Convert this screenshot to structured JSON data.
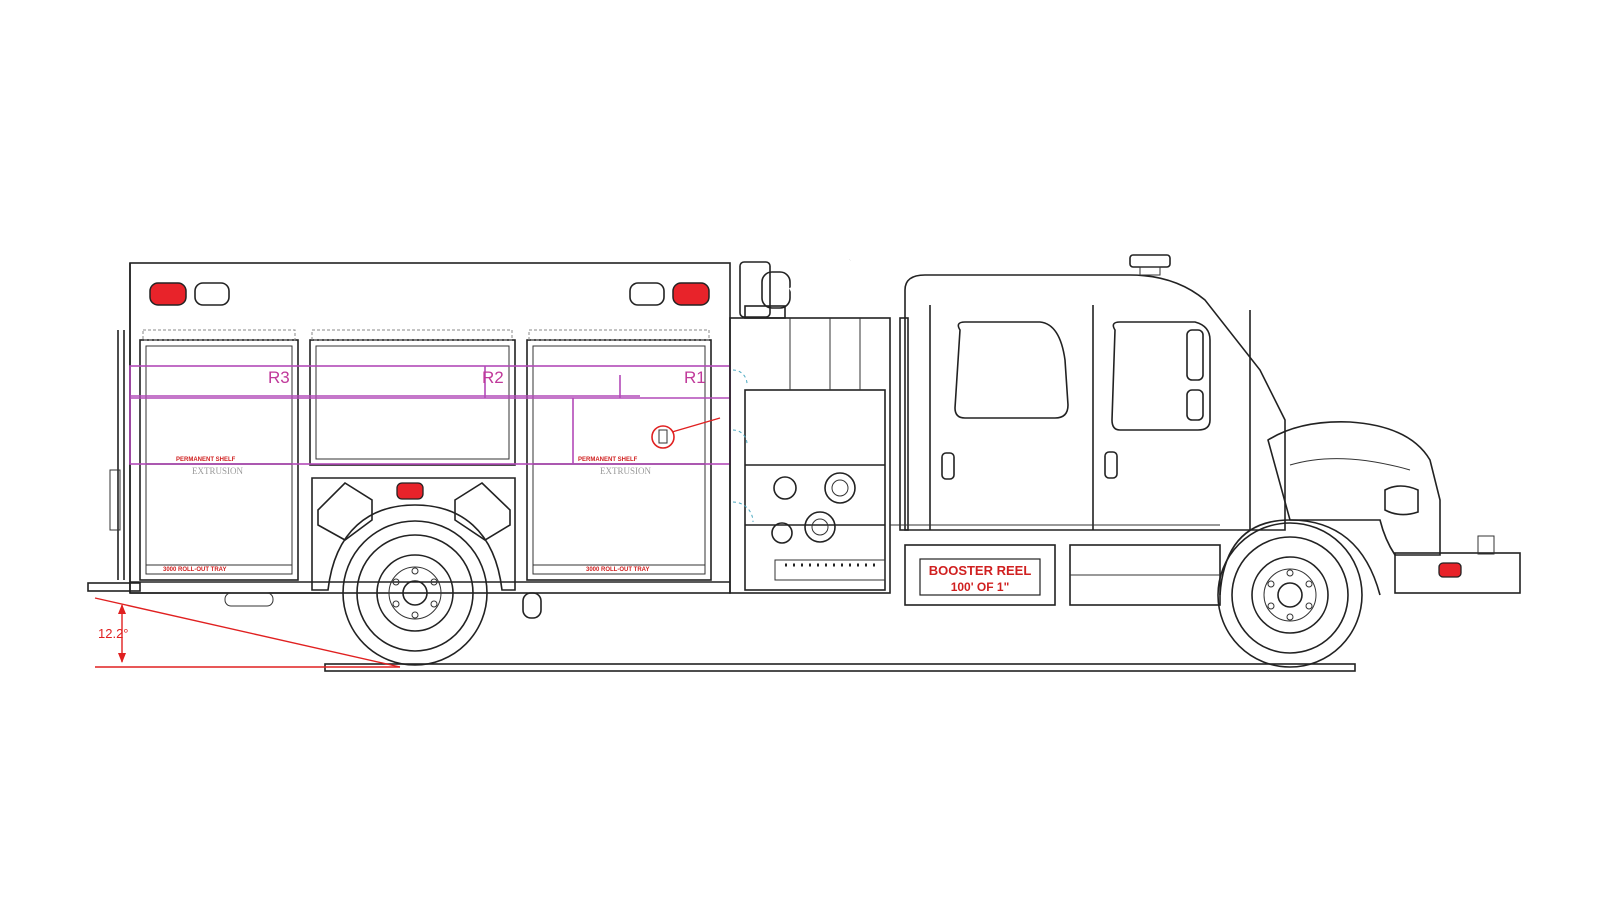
{
  "labels": {
    "booster_reel_line1": "BOOSTER REEL",
    "booster_reel_line2": "100' OF 1\"",
    "angle": "12.2°",
    "compartments": [
      "R3",
      "R2",
      "R1"
    ],
    "permanent_shelf": "PERMANENT SHELF",
    "extrusion": "EXTRUSION",
    "rollout_tray": "3000 ROLL-OUT TRAY"
  },
  "colors": {
    "outline": "#222222",
    "dimension": "#e02020",
    "compartment_marker": "#b24ab8",
    "light": "#e8232a"
  }
}
